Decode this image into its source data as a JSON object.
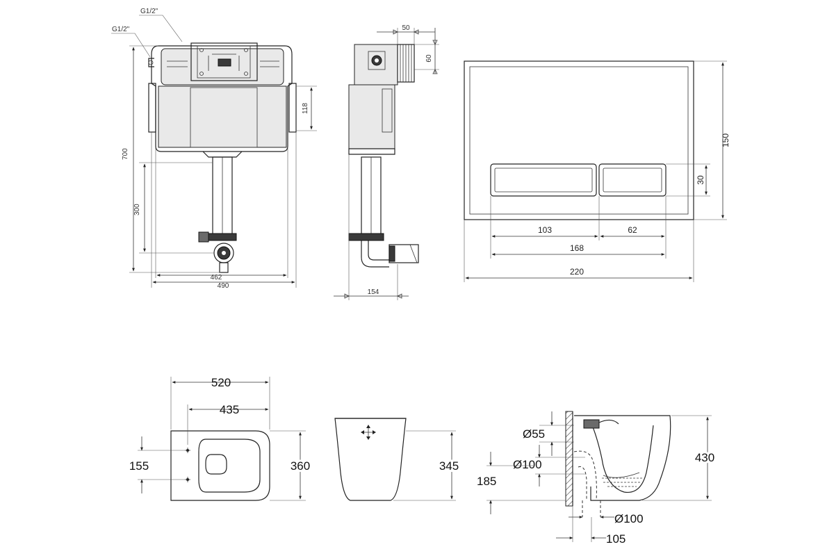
{
  "cistern_front": {
    "inlet_label_1": "G1/2\"",
    "inlet_label_2": "G1/2\"",
    "height_total": "700",
    "height_pipe": "300",
    "height_bracket": "118",
    "width_inner": "462",
    "width_outer": "490"
  },
  "cistern_side": {
    "top_depth": "50",
    "top_height": "60",
    "depth": "154"
  },
  "flush_plate": {
    "height": "150",
    "button_height": "30",
    "button_left_width": "103",
    "button_right_width": "62",
    "button_span": "168",
    "width": "220"
  },
  "toilet_top": {
    "length": "520",
    "inner_length": "435",
    "mount_spacing": "155",
    "width": "360"
  },
  "toilet_front": {
    "height": "345"
  },
  "toilet_section": {
    "inlet_diameter": "Ø55",
    "outlet_diameter": "Ø100",
    "outlet_height": "185",
    "bottom_diameter": "Ø100",
    "outlet_offset": "105",
    "height": "430"
  }
}
